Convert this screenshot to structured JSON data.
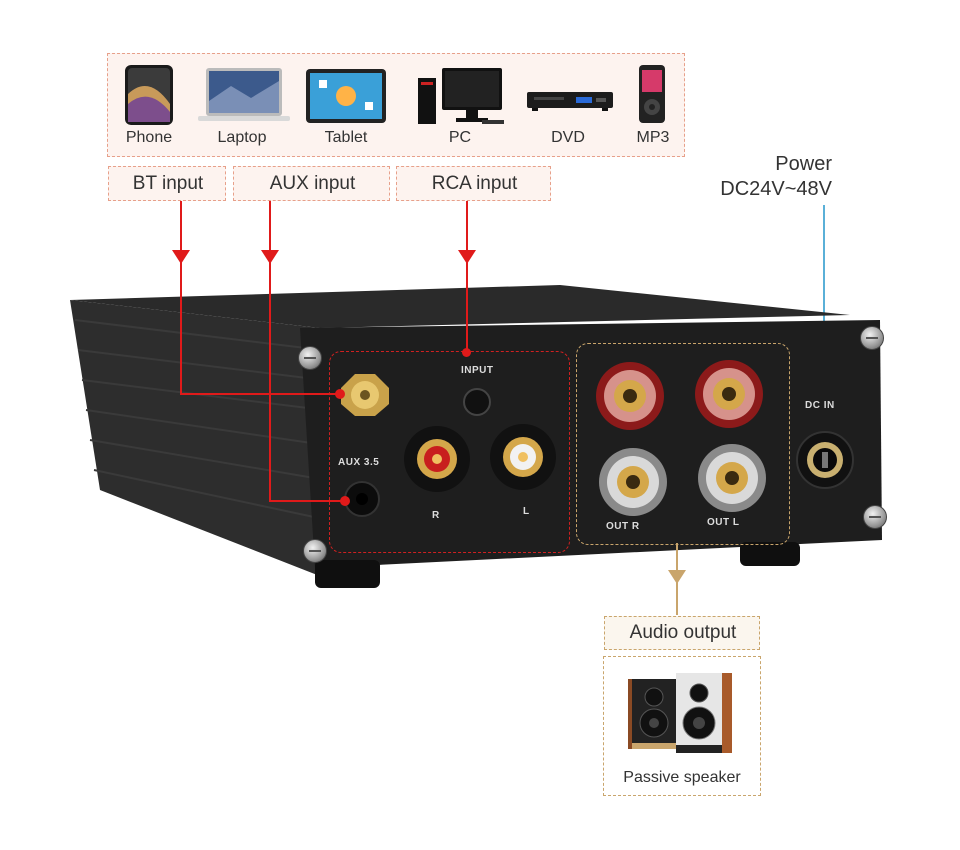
{
  "devices": [
    {
      "label": "Phone",
      "icon": "phone-icon"
    },
    {
      "label": "Laptop",
      "icon": "laptop-icon"
    },
    {
      "label": "Tablet",
      "icon": "tablet-icon"
    },
    {
      "label": "PC",
      "icon": "pc-icon"
    },
    {
      "label": "DVD",
      "icon": "dvd-player-icon"
    },
    {
      "label": "MP3",
      "icon": "mp3-player-icon"
    }
  ],
  "inputs": {
    "bt": "BT input",
    "aux": "AUX input",
    "rca": "RCA input"
  },
  "power": {
    "line1": "Power",
    "line2": "DC24V~48V"
  },
  "panel": {
    "input": "INPUT",
    "aux35": "AUX 3.5",
    "r": "R",
    "l": "L",
    "out_r": "OUT R",
    "out_l": "OUT L",
    "dc_in": "DC IN"
  },
  "output": {
    "label": "Audio output",
    "speaker": "Passive speaker"
  },
  "colors": {
    "arrow": "#e01a1a",
    "box_border": "#e7a08a",
    "gold": "#c9a56c"
  }
}
